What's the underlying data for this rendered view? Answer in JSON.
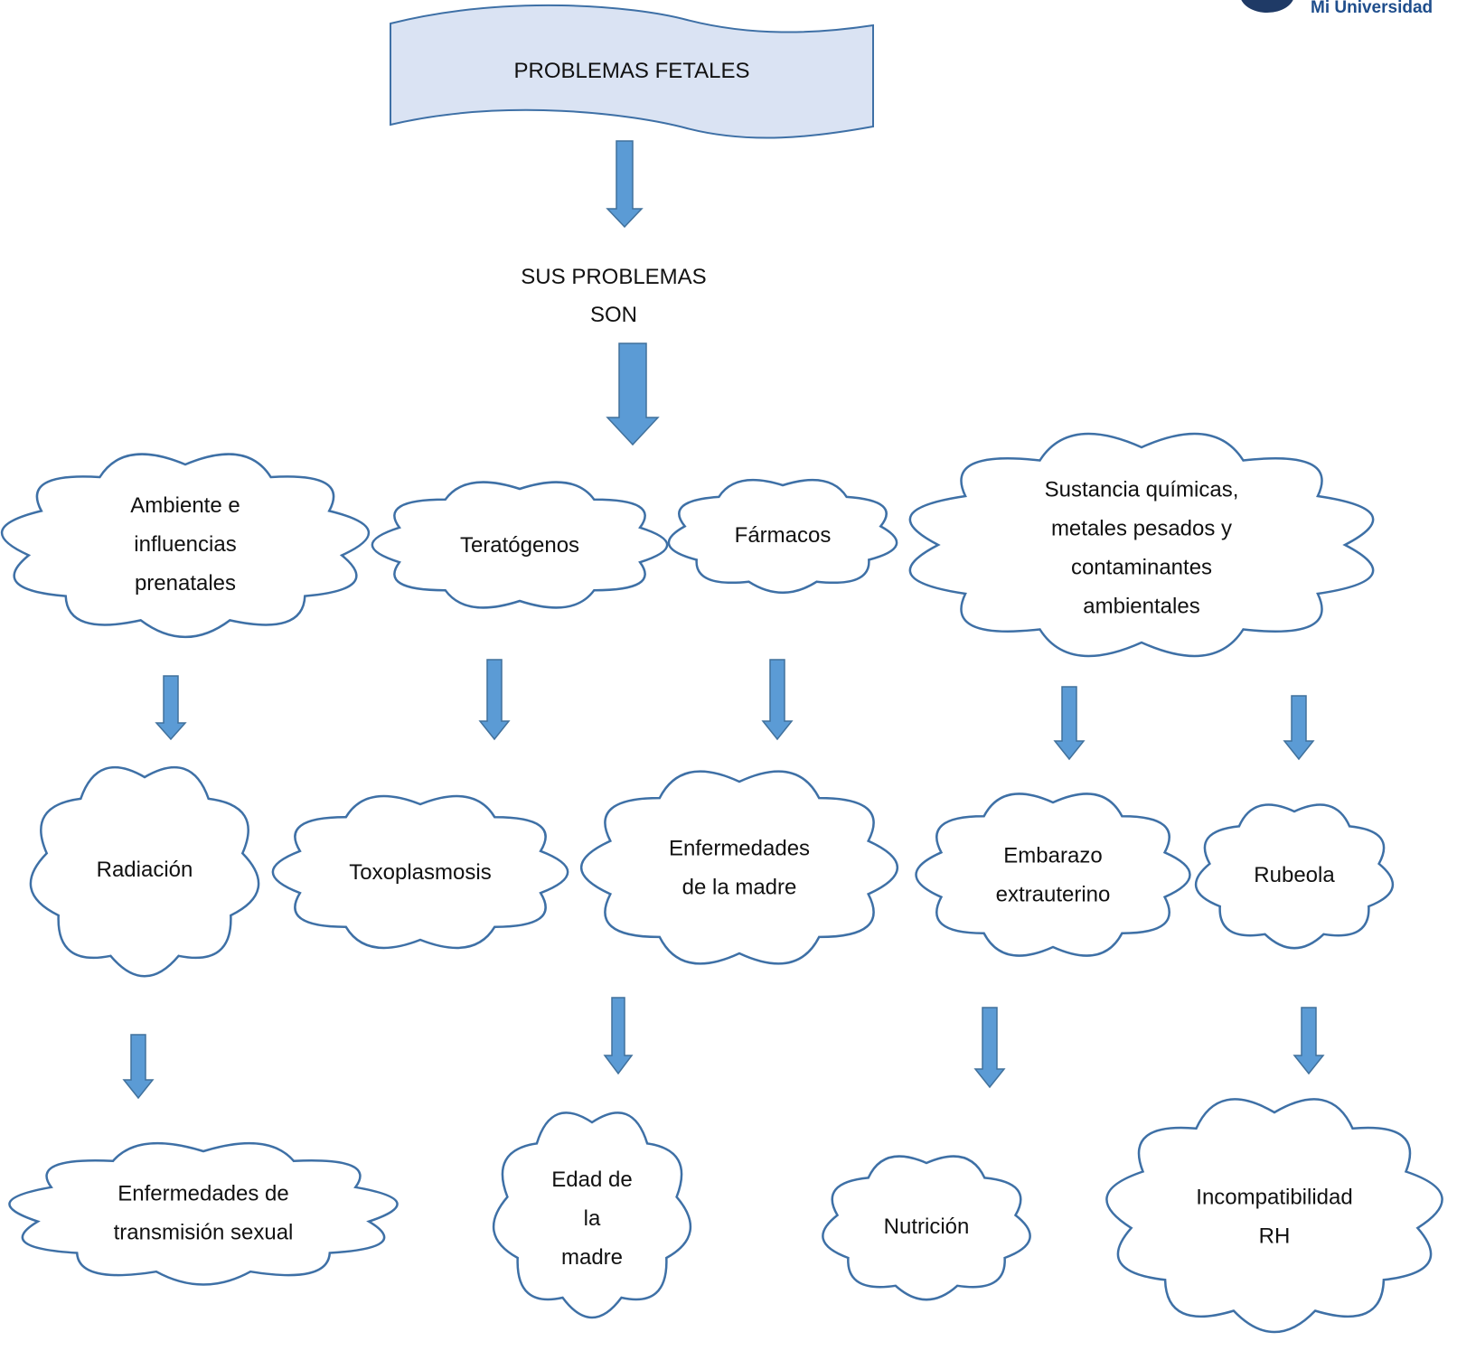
{
  "header": {
    "title": "PROBLEMAS FETALES",
    "subtitle_lines": [
      "SUS PROBLEMAS",
      "SON"
    ]
  },
  "logo": {
    "text_lines": [
      "Mi Universidad"
    ]
  },
  "nodes": {
    "ambiente": [
      "Ambiente e",
      "influencias",
      "prenatales"
    ],
    "teratogenos": [
      "Teratógenos"
    ],
    "farmacos": [
      "Fármacos"
    ],
    "sustancias": [
      "Sustancia químicas,",
      "metales pesados y",
      "contaminantes",
      "ambientales"
    ],
    "radiacion": [
      "Radiación"
    ],
    "toxoplasmosis": [
      "Toxoplasmosis"
    ],
    "enfermedades_madre": [
      "Enfermedades",
      "de la madre"
    ],
    "embarazo": [
      "Embarazo",
      "extrauterino"
    ],
    "rubeola": [
      "Rubeola"
    ],
    "ets": [
      "Enfermedades de",
      "transmisión sexual"
    ],
    "edad": [
      "Edad de",
      "la",
      "madre"
    ],
    "nutricion": [
      "Nutrición"
    ],
    "incompatibilidad": [
      "Incompatibilidad",
      "RH"
    ]
  },
  "colors": {
    "banner_fill": "#dae3f3",
    "outline": "#3e70a6",
    "arrow_fill": "#5b9bd5",
    "logo_text": "#1f4e8c"
  }
}
